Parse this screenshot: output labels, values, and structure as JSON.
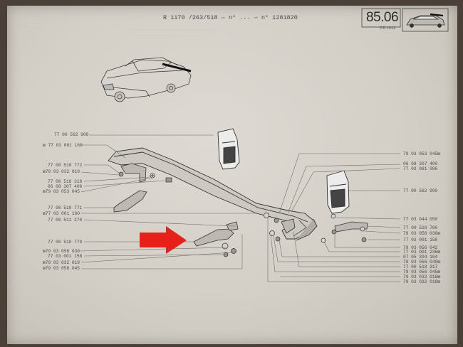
{
  "header": {
    "model": "R 1170",
    "ref": "/263/518",
    "n1_label": "n°",
    "n1_value": "...",
    "n2_label": "n°",
    "n2_value": "1281820"
  },
  "page": {
    "number": "85.06",
    "sub": "P.R 1012"
  },
  "parts_left": [
    "77 00 562 908",
    "77 03 001 160",
    "77 00 510 772",
    "79 03 032 018",
    "77 00 518 318",
    "06 08 307 400",
    "79 03 053 045",
    "77 00 510 771",
    "77 03 001 160",
    "77 00 511 270",
    "77 00 510 770",
    "79 03 056 030",
    "77 03 001 158",
    "79 03 032 018",
    "79 03 056 045"
  ],
  "parts_right": [
    "79 03 053 045",
    "06 08 307 400",
    "77 03 061 086",
    "77 00 562 909",
    "77 03 044 050",
    "77 00 510 780",
    "79 03 056 030",
    "77 03 001 158",
    "79 03 056 042",
    "77 03 001 236",
    "07 05 304 104",
    "79 03 056 045",
    "77 00 518 317",
    "79 03 056 045",
    "79 03 032 018",
    "79 03 032 018"
  ],
  "arrow_color": "#e8201a"
}
